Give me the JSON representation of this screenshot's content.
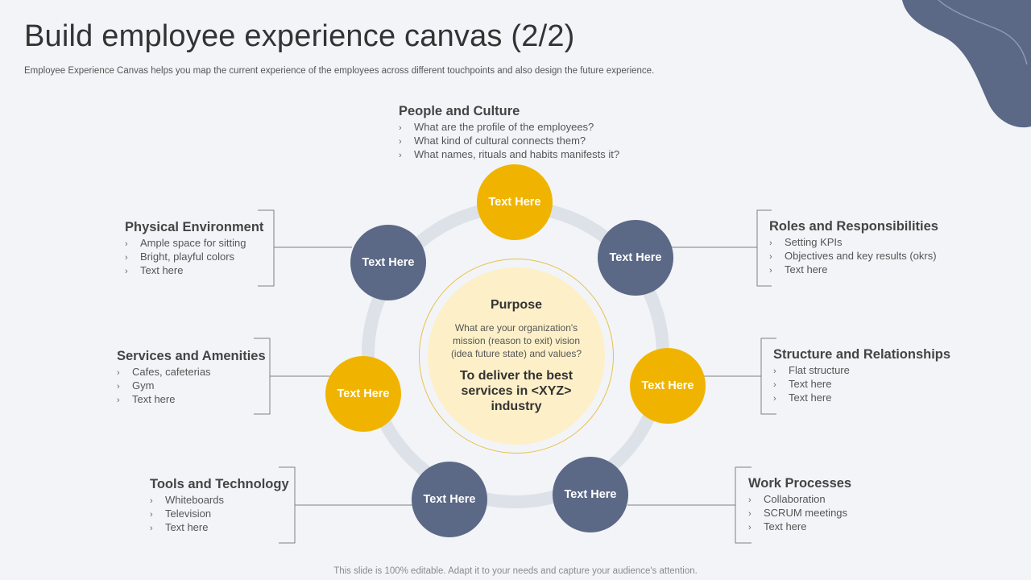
{
  "header": {
    "title": "Build employee experience canvas (2/2)",
    "subtitle": "Employee Experience Canvas helps you map the current experience of the employees across different touchpoints and also design the future experience."
  },
  "footer": {
    "text": "This slide is 100% editable. Adapt it to your needs and capture your audience's attention."
  },
  "center": {
    "title": "Purpose",
    "description": "What are your organization's mission (reason to exit) vision (idea future state) and values?",
    "statement": "To deliver the best services in <XYZ> industry"
  },
  "nodes": {
    "top": "Text Here",
    "upper_left": "Text Here",
    "upper_right": "Text Here",
    "mid_left": "Text Here",
    "mid_right": "Text Here",
    "bottom_left": "Text Here",
    "bottom_right": "Text Here"
  },
  "blocks": {
    "people_culture": {
      "heading": "People and Culture",
      "items": [
        "What are the profile of the employees?",
        "What kind of cultural connects them?",
        "What names, rituals and habits manifests it?"
      ]
    },
    "physical_environment": {
      "heading": "Physical Environment",
      "items": [
        "Ample space for sitting",
        "Bright, playful colors",
        "Text here"
      ]
    },
    "roles_responsibilities": {
      "heading": "Roles and Responsibilities",
      "items": [
        "Setting KPIs",
        "Objectives and key results (okrs)",
        "Text here"
      ]
    },
    "services_amenities": {
      "heading": "Services and Amenities",
      "items": [
        "Cafes, cafeterias",
        "Gym",
        "Text here"
      ]
    },
    "structure_relationships": {
      "heading": "Structure and Relationships",
      "items": [
        "Flat structure",
        "Text here",
        "Text here"
      ]
    },
    "tools_technology": {
      "heading": "Tools and Technology",
      "items": [
        "Whiteboards",
        "Television",
        "Text here"
      ]
    },
    "work_processes": {
      "heading": "Work Processes",
      "items": [
        "Collaboration",
        "SCRUM meetings",
        "Text here"
      ]
    }
  },
  "colors": {
    "background": "#f2f4f7",
    "node_blue": "#5b6886",
    "node_gold": "#f0b400",
    "ring": "#dde1e8",
    "center_fill": "#fdf0c8",
    "deco_blob": "#5b6886"
  },
  "icons": {
    "bullet": "chevron-right-icon"
  }
}
